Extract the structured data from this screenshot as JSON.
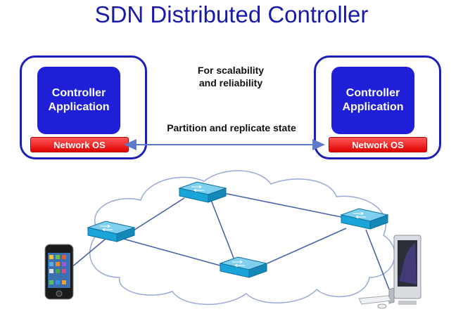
{
  "title": "SDN Distributed Controller",
  "controllers": [
    {
      "app_label": "Controller Application",
      "os_label": "Network OS"
    },
    {
      "app_label": "Controller Application",
      "os_label": "Network OS"
    }
  ],
  "notes": {
    "scalability_line1": "For scalability",
    "scalability_line2": "and reliability",
    "replicate": "Partition and replicate state"
  },
  "colors": {
    "title": "#1a1aa8",
    "controller_border": "#1f1fb8",
    "app_fill": "#1f1fd8",
    "network_os": "#e00000",
    "switch": "#1aa5d8",
    "link": "#4a62a8"
  },
  "icons": [
    "smartphone-icon",
    "desktop-computer-icon",
    "switch-icon"
  ]
}
